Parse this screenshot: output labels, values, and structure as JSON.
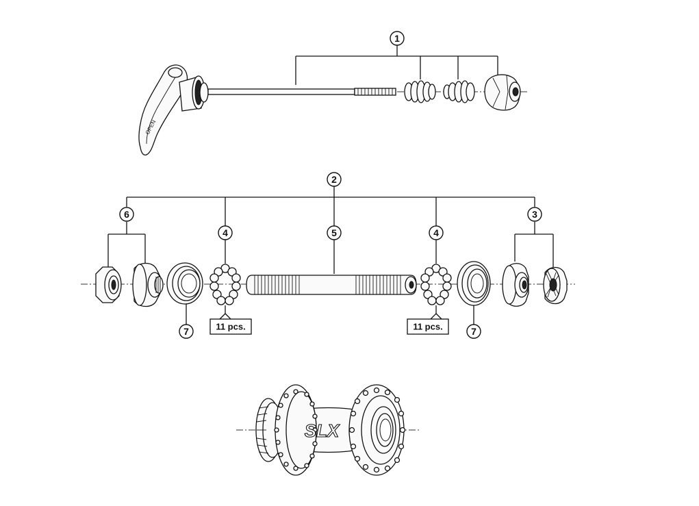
{
  "callouts": {
    "c1": "1",
    "c2": "2",
    "c3": "3",
    "c4a": "4",
    "c4b": "4",
    "c5": "5",
    "c6": "6",
    "c7a": "7",
    "c7b": "7"
  },
  "quantity_labels": {
    "left": "11 pcs.",
    "right": "11 pcs."
  },
  "hub_logo": "SLX",
  "lever_mark": "OPEN"
}
